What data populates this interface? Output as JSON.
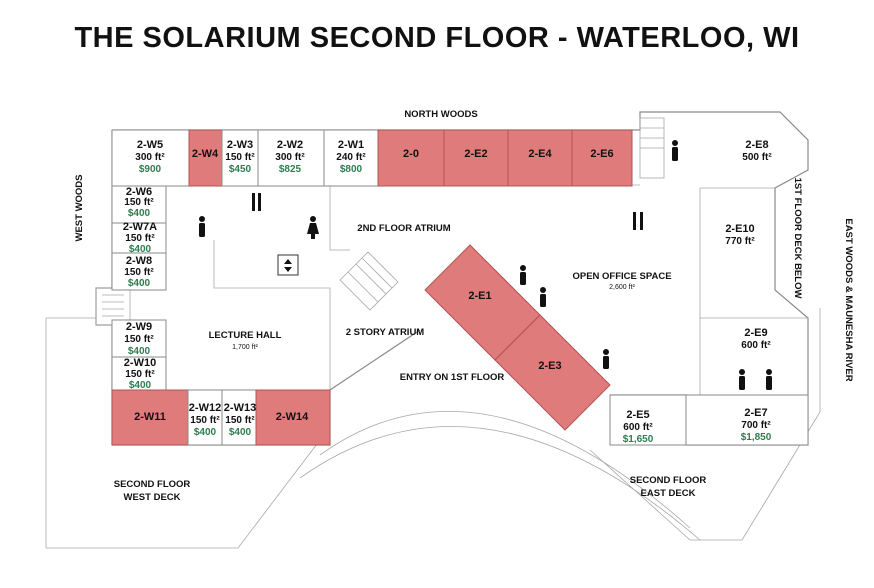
{
  "title": "THE SOLARIUM SECOND FLOOR - WATERLOO, WI",
  "colors": {
    "available": "#e07b7b",
    "price": "#2e7d4f",
    "wall": "#8a8a8a"
  },
  "areas": {
    "north_woods": "NORTH WOODS",
    "west_woods": "WEST WOODS",
    "east_woods": "EAST WOODS & MAUNESHA RIVER",
    "first_floor_deck": "1ST FLOOR DECK BELOW",
    "atrium_2nd": "2ND FLOOR ATRIUM",
    "atrium_2story": "2 STORY ATRIUM",
    "entry": "ENTRY ON 1ST FLOOR",
    "lecture_hall": "LECTURE HALL",
    "lecture_hall_size": "1,700 ft²",
    "open_office": "OPEN OFFICE SPACE",
    "open_office_size": "2,600 ft²",
    "west_deck_1": "SECOND FLOOR",
    "west_deck_2": "WEST DECK",
    "east_deck_1": "SECOND FLOOR",
    "east_deck_2": "EAST DECK"
  },
  "rooms": {
    "w5": {
      "id": "2-W5",
      "size": "300 ft²",
      "price": "$900"
    },
    "w4": {
      "id": "2-W4"
    },
    "w3": {
      "id": "2-W3",
      "size": "150 ft²",
      "price": "$450"
    },
    "w2": {
      "id": "2-W2",
      "size": "300 ft²",
      "price": "$825"
    },
    "w1": {
      "id": "2-W1",
      "size": "240 ft²",
      "price": "$800"
    },
    "e0": {
      "id": "2-0"
    },
    "e2": {
      "id": "2-E2"
    },
    "e4": {
      "id": "2-E4"
    },
    "e6": {
      "id": "2-E6"
    },
    "e8": {
      "id": "2-E8",
      "size": "500 ft²"
    },
    "w6": {
      "id": "2-W6",
      "size": "150 ft²",
      "price": "$400"
    },
    "w7a": {
      "id": "2-W7A",
      "size": "150 ft²",
      "price": "$400"
    },
    "w8": {
      "id": "2-W8",
      "size": "150 ft²",
      "price": "$400"
    },
    "w9": {
      "id": "2-W9",
      "size": "150 ft²",
      "price": "$400"
    },
    "w10": {
      "id": "2-W10",
      "size": "150 ft²",
      "price": "$400"
    },
    "w11": {
      "id": "2-W11"
    },
    "w12": {
      "id": "2-W12",
      "size": "150 ft²",
      "price": "$400"
    },
    "w13": {
      "id": "2-W13",
      "size": "150 ft²",
      "price": "$400"
    },
    "w14": {
      "id": "2-W14"
    },
    "e1": {
      "id": "2-E1"
    },
    "e3": {
      "id": "2-E3"
    },
    "e10": {
      "id": "2-E10",
      "size": "770 ft²"
    },
    "e9": {
      "id": "2-E9",
      "size": "600 ft²"
    },
    "e5": {
      "id": "2-E5",
      "size": "600 ft²",
      "price": "$1,650"
    },
    "e7": {
      "id": "2-E7",
      "size": "700 ft²",
      "price": "$1,850"
    }
  }
}
